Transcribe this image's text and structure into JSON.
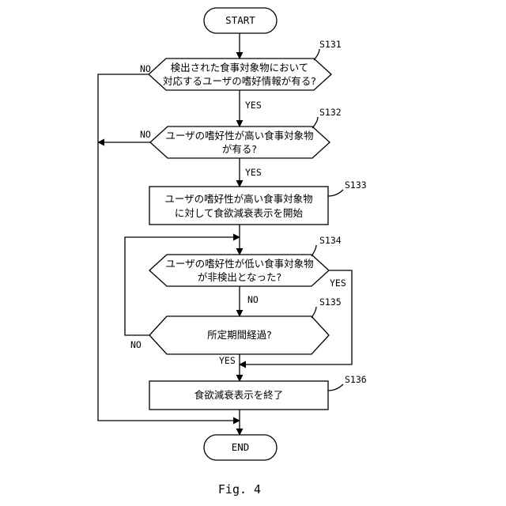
{
  "nodes": {
    "start": "START",
    "s131": [
      "検出された食事対象物において",
      "対応するユーザの嗜好情報が有る?"
    ],
    "s132": [
      "ユーザの嗜好性が高い食事対象物",
      "が有る?"
    ],
    "s133": [
      "ユーザの嗜好性が高い食事対象物",
      "に対して食欲減衰表示を開始"
    ],
    "s134": [
      "ユーザの嗜好性が低い食事対象物",
      "が非検出となった?"
    ],
    "s135": "所定期間経過?",
    "s136": "食欲減衰表示を終了",
    "end": "END"
  },
  "step_ids": {
    "s131": "S131",
    "s132": "S132",
    "s133": "S133",
    "s134": "S134",
    "s135": "S135",
    "s136": "S136"
  },
  "edge_labels": {
    "s131_no": "NO",
    "s131_yes": "YES",
    "s132_no": "NO",
    "s132_yes": "YES",
    "s134_yes": "YES",
    "s134_no": "NO",
    "s135_no": "NO",
    "s135_yes": "YES"
  },
  "caption": "Fig. 4"
}
